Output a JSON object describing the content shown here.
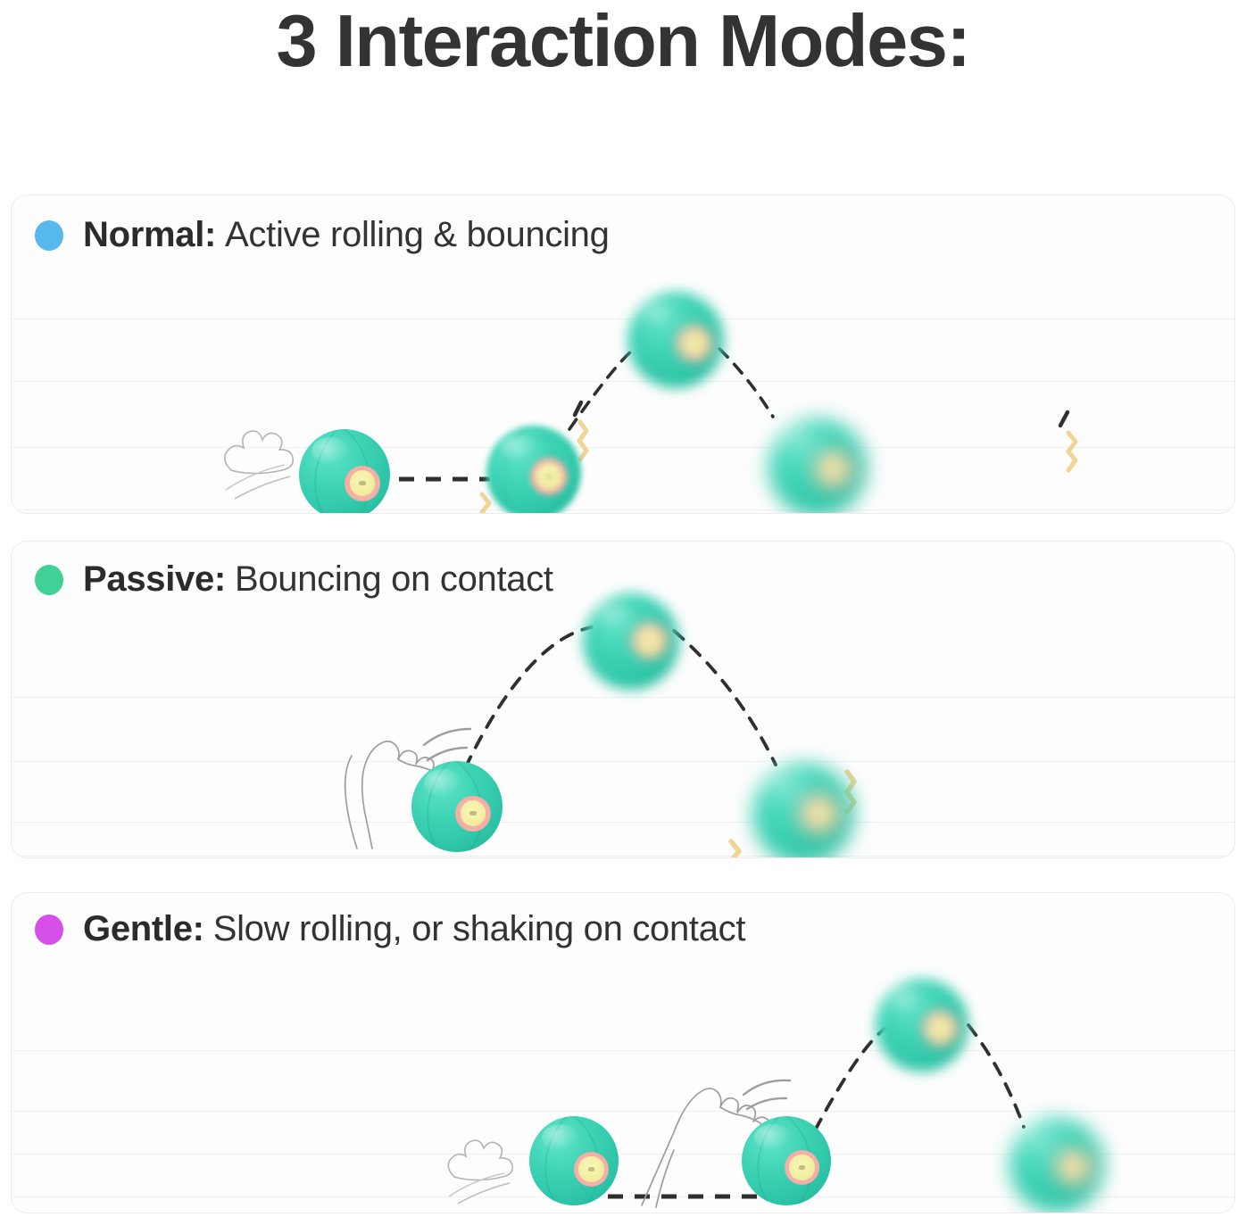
{
  "title": "3 Interaction Modes:",
  "theme": {
    "page_background": "#ffffff",
    "title_color": "#333333",
    "card_background": "#fdfdfd",
    "card_border": "#ececec",
    "gridline_color": "#f0f0f0",
    "ball_teal": "#3ed3b5",
    "ball_ring_pink": "#f6b0a8",
    "ball_core_yellow": "#f2eea0",
    "trajectory_dash": "#333333",
    "vibration_yellow": "#f0d48a",
    "paw_outline": "#9a9a9a"
  },
  "modes": [
    {
      "id": "normal",
      "dot_color": "#56b8ec",
      "name": "Normal:",
      "description": "Active rolling & bouncing",
      "scene_elements": [
        "paw-print-icon",
        "rolling-ball",
        "dashed-ground-path",
        "vibration-zigzag",
        "bouncing-ball",
        "apex-ball",
        "blurred-landing-ball",
        "dashed-arc-trajectory"
      ]
    },
    {
      "id": "passive",
      "dot_color": "#3fd196",
      "name": "Passive:",
      "description": "Bouncing on contact",
      "scene_elements": [
        "cat-paw-leg-icon",
        "motion-arc-lines",
        "contact-ball",
        "dashed-arc-trajectory",
        "apex-ball",
        "blurred-landing-ball",
        "vibration-zigzag"
      ]
    },
    {
      "id": "gentle",
      "dot_color": "#d64fe8",
      "name": "Gentle:",
      "description": "Slow rolling, or shaking on contact",
      "scene_elements": [
        "paw-print-icon",
        "rolling-ball",
        "dashed-ground-path",
        "cat-paw-leg-icon",
        "motion-arc-lines",
        "contact-ball",
        "dashed-arc-trajectory",
        "apex-ball",
        "blurred-landing-ball"
      ]
    }
  ]
}
